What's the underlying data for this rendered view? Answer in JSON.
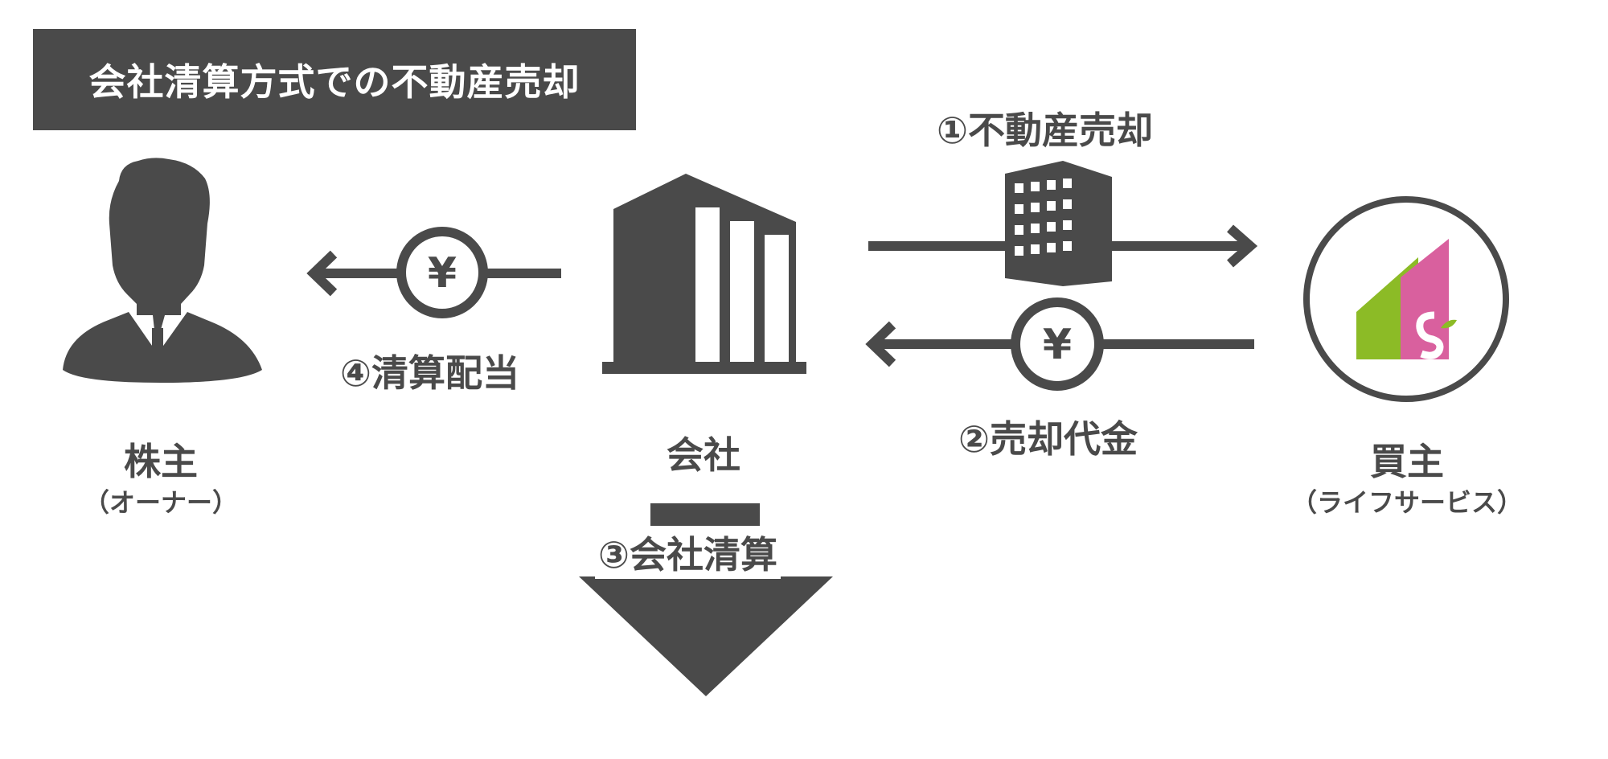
{
  "title": "会社清算方式での不動産売却",
  "nodes": {
    "shareholder": {
      "name": "株主",
      "sub": "（オーナー）"
    },
    "company": {
      "name": "会社"
    },
    "buyer": {
      "name": "買主",
      "sub": "（ライフサービス）"
    }
  },
  "steps": {
    "s1": "①不動産売却",
    "s2": "②売却代金",
    "s3": "③会社清算",
    "s4": "④清算配当"
  },
  "yen_symbol": "¥",
  "colors": {
    "dark": "#4a4a4a",
    "logo_green": "#8cbb26",
    "logo_pink": "#d9609e"
  }
}
